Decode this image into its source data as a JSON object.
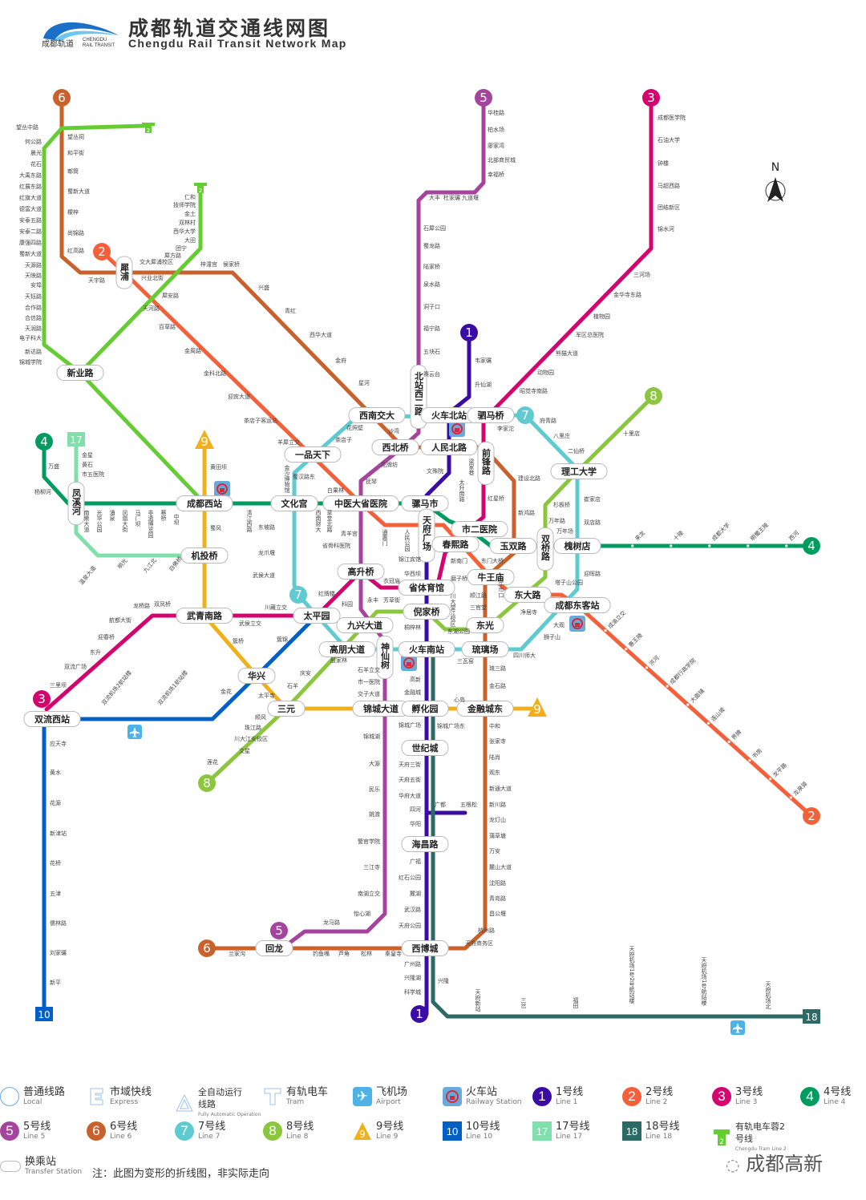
{
  "header": {
    "title_cn": "成都轨道交通线网图",
    "title_en": "Chengdu Rail Transit Network Map",
    "logo_cn": "成都轨道",
    "logo_en_1": "CHENGDU",
    "logo_en_2": "RAIL TRANSIT"
  },
  "compass": "N",
  "lines": [
    {
      "key": "L1",
      "num": "1",
      "color": "#3a0ca3"
    },
    {
      "key": "L2",
      "num": "2",
      "color": "#f4603a"
    },
    {
      "key": "L3",
      "num": "3",
      "color": "#d4046f"
    },
    {
      "key": "L4",
      "num": "4",
      "color": "#009b5f"
    },
    {
      "key": "L5",
      "num": "5",
      "color": "#a4449c"
    },
    {
      "key": "L6",
      "num": "6",
      "color": "#c8612b"
    },
    {
      "key": "L7",
      "num": "7",
      "color": "#5fcad0"
    },
    {
      "key": "L8",
      "num": "8",
      "color": "#8cc63e"
    },
    {
      "key": "L9",
      "num": "9",
      "color": "#f0b01c"
    },
    {
      "key": "L10",
      "num": "10",
      "color": "#0060c8"
    },
    {
      "key": "L17",
      "num": "17",
      "color": "#80e0ab"
    },
    {
      "key": "L18",
      "num": "18",
      "color": "#2a6b66"
    },
    {
      "key": "T2",
      "num": "2",
      "color": "#66cc33"
    }
  ],
  "transfer_stations": [
    "成都西站",
    "文化宫",
    "中医大省医院",
    "骡马市",
    "一品天下",
    "西南交大",
    "北站西二路",
    "火车北站",
    "驷马桥",
    "西北桥",
    "人民北路",
    "前锋路",
    "市二医院",
    "天府广场",
    "春熙路",
    "玉双路",
    "双桥路",
    "槐树店",
    "理工大学",
    "牛王庙",
    "东大路",
    "成都东客站",
    "高升桥",
    "省体育馆",
    "倪家桥",
    "东光",
    "九兴大道",
    "太平园",
    "武青南路",
    "高朋大道",
    "神仙树",
    "火车南站",
    "琉璃场",
    "华兴",
    "三元",
    "锦城大道",
    "孵化园",
    "金融城东",
    "世纪城",
    "海昌路",
    "西博城",
    "回龙",
    "双流西站",
    "新业路",
    "犀浦",
    "机投桥",
    "凤溪河"
  ],
  "stations": {
    "L1": [
      "韦家碾",
      "升仙湖",
      "文殊院",
      "锦江宾馆",
      "华西坝",
      "桐梓林",
      "高新",
      "金融城",
      "锦城广场",
      "天府三街",
      "天府五街",
      "华府大道",
      "四河",
      "华阳",
      "广福",
      "红石公园",
      "麓湖",
      "武汉路",
      "天府公园",
      "广州路",
      "兴隆湖",
      "科学城",
      "广都",
      "五根松"
    ],
    "L2": [
      "天宇路",
      "兴业北街",
      "犀安路",
      "天河路",
      "百草路",
      "金周路",
      "金科北路",
      "迎宾大道",
      "茶店子客运站",
      "羊犀立交",
      "蜀汉路东",
      "白果林",
      "通惠门",
      "人民公园",
      "东门大桥",
      "牛市口",
      "塔子山公园"
    ],
    "L2E": [
      "成渝立交",
      "惠王陵",
      "洪河",
      "成都行政学院",
      "大面铺",
      "连山坡",
      "界牌",
      "书房",
      "龙平路",
      "龙泉驿"
    ],
    "L3": [
      "成都医学院",
      "石油大学",
      "钟楼",
      "马超西路",
      "团结新区",
      "锦水河",
      "三河场",
      "金华寺东路",
      "植物园",
      "军区总医院",
      "熊猫大道",
      "动物园",
      "昭觉寺南路",
      "李家沱",
      "红星桥",
      "新南门",
      "磨子桥",
      "衣冠庙",
      "红牌楼",
      "川藏立交",
      "武侯立交",
      "双凤桥",
      "龙桥路",
      "航都大街",
      "迎春桥",
      "东升",
      "双流广场",
      "三里坝"
    ],
    "L4": [
      "万盛",
      "杨柳河",
      "南熏大道",
      "光华公园",
      "涌泉",
      "凤凰大街",
      "马厂坝",
      "非遗博览园",
      "蔡桥",
      "中坝",
      "清江西路",
      "西南财大",
      "草堂北路",
      "太升南路",
      "万年场"
    ],
    "L4E": [
      "来龙",
      "十陵",
      "成都大学",
      "明蜀王陵",
      "西河"
    ],
    "L5": [
      "华桂路",
      "柏水场",
      "廖家湾",
      "北部商贸城",
      "幸福桥",
      "大丰",
      "杜家碾",
      "九道堰",
      "石犀公园",
      "蜀龙路",
      "陆家桥",
      "泉水路",
      "洞子口",
      "福宁路",
      "五块石",
      "赛云台",
      "花牌坊",
      "抚琴",
      "青羊宫",
      "省骨科医院",
      "科园",
      "石羊立交",
      "市一医院",
      "交子大道",
      "锦城湖",
      "大源",
      "民乐",
      "姚渡",
      "警官学院",
      "三江寺",
      "南湖立交",
      "怡心湖",
      "龙马路"
    ],
    "L6": [
      "望丛祠",
      "和平街",
      "郫筒",
      "蜀新大道",
      "檬梓",
      "尚锦路",
      "红高路",
      "梓潼宫",
      "侯家桥",
      "兴盛",
      "青红",
      "西华大道",
      "金府",
      "星河",
      "沙湾",
      "梁家巷",
      "建设北路",
      "新鸿路",
      "顺江路",
      "三官堂",
      "琉三路",
      "金石路",
      "中和",
      "张家寺",
      "陆肖",
      "观东",
      "新通大道",
      "新川路",
      "龙灯山",
      "蒲草塘",
      "万安",
      "麓山大道",
      "沈阳路",
      "青岛路",
      "昌公堰",
      "杭州路",
      "天府商务区",
      "兰家沟",
      "钓鱼嘴",
      "芦角",
      "松林",
      "秦皇寺"
    ],
    "L7": [
      "花照壁",
      "茶店子",
      "金沙博物馆",
      "东坡路",
      "龙爪堰",
      "武侯大道",
      "府青路",
      "八里庄",
      "二仙桥",
      "崔家店",
      "双店路",
      "迎晖路",
      "大观",
      "狮子山",
      "四川师大",
      "三瓦窑"
    ],
    "L8": [
      "十里店",
      "杉板桥",
      "万年路",
      "净居寺",
      "东湖公园",
      "川大望江校区",
      "芳草街",
      "永丰",
      "殷家林",
      "庆安",
      "石羊",
      "顺风",
      "珠江路",
      "川大江安校区",
      "文星",
      "莲花"
    ],
    "L9": [
      "黄田坝",
      "蜀风",
      "簇桥",
      "太平寺",
      "心岛"
    ],
    "L10": [
      "簇锦",
      "金花",
      "双流机场2航站楼",
      "双流机场1航站楼",
      "应天寺",
      "黄水",
      "花源",
      "新津站",
      "花桥",
      "五津",
      "儒林路",
      "刘家碾",
      "新平"
    ],
    "L17": [
      "金星",
      "黄石",
      "市五医院",
      "温泉大道",
      "明光",
      "九江北",
      "白佛桥"
    ],
    "L18": [
      "锦城广场东",
      "兴隆",
      "天府新站",
      "三岔",
      "福田",
      "天府机场1号2号航站楼",
      "天府机场1号航站楼",
      "天府机场北"
    ],
    "T2": [
      "望丛中路",
      "何公路",
      "晨光",
      "花石",
      "大禹东路",
      "红展东路",
      "红旗大道",
      "德富大道",
      "安泰五路",
      "安泰二路",
      "康强四路",
      "蜀新大道",
      "天源路",
      "天映路",
      "安埠",
      "天钰路",
      "合作路",
      "合信路",
      "天润路",
      "电子科大",
      "新达路",
      "锦城学院",
      "仁和",
      "技师学院",
      "金土",
      "双林村",
      "西华大学",
      "大田",
      "团宁",
      "犀方路",
      "交大犀浦校区"
    ]
  },
  "legend": {
    "items": [
      {
        "key": "local",
        "cn": "普通线路",
        "en": "Local"
      },
      {
        "key": "express",
        "cn": "市域快线",
        "en": "Express"
      },
      {
        "key": "auto",
        "cn": "全自动运行线路",
        "en": "Fully Automatic Operation"
      },
      {
        "key": "tram",
        "cn": "有轨电车",
        "en": "Tram"
      },
      {
        "key": "airport",
        "cn": "飞机场",
        "en": "Airport"
      },
      {
        "key": "rail",
        "cn": "火车站",
        "en": "Railway Station"
      },
      {
        "key": "L1",
        "cn": "1号线",
        "en": "Line 1"
      },
      {
        "key": "L2",
        "cn": "2号线",
        "en": "Line 2"
      },
      {
        "key": "L3",
        "cn": "3号线",
        "en": "Line 3"
      },
      {
        "key": "L4",
        "cn": "4号线",
        "en": "Line 4"
      },
      {
        "key": "L5",
        "cn": "5号线",
        "en": "Line 5"
      },
      {
        "key": "L6",
        "cn": "6号线",
        "en": "Line 6"
      },
      {
        "key": "L7",
        "cn": "7号线",
        "en": "Line 7"
      },
      {
        "key": "L8",
        "cn": "8号线",
        "en": "Line 8"
      },
      {
        "key": "L9",
        "cn": "9号线",
        "en": "Line 9"
      },
      {
        "key": "L10",
        "cn": "10号线",
        "en": "Line 10"
      },
      {
        "key": "L17",
        "cn": "17号线",
        "en": "Line 17"
      },
      {
        "key": "L18",
        "cn": "18号线",
        "en": "Line 18"
      },
      {
        "key": "T2",
        "cn": "有轨电车蓉2号线",
        "en": "Chengdu Tram Line 2"
      },
      {
        "key": "transfer",
        "cn": "换乘站",
        "en": "Transfer Station"
      }
    ],
    "note": "注：此图为变形的折线图，非实际走向"
  },
  "watermark": "成都高新"
}
